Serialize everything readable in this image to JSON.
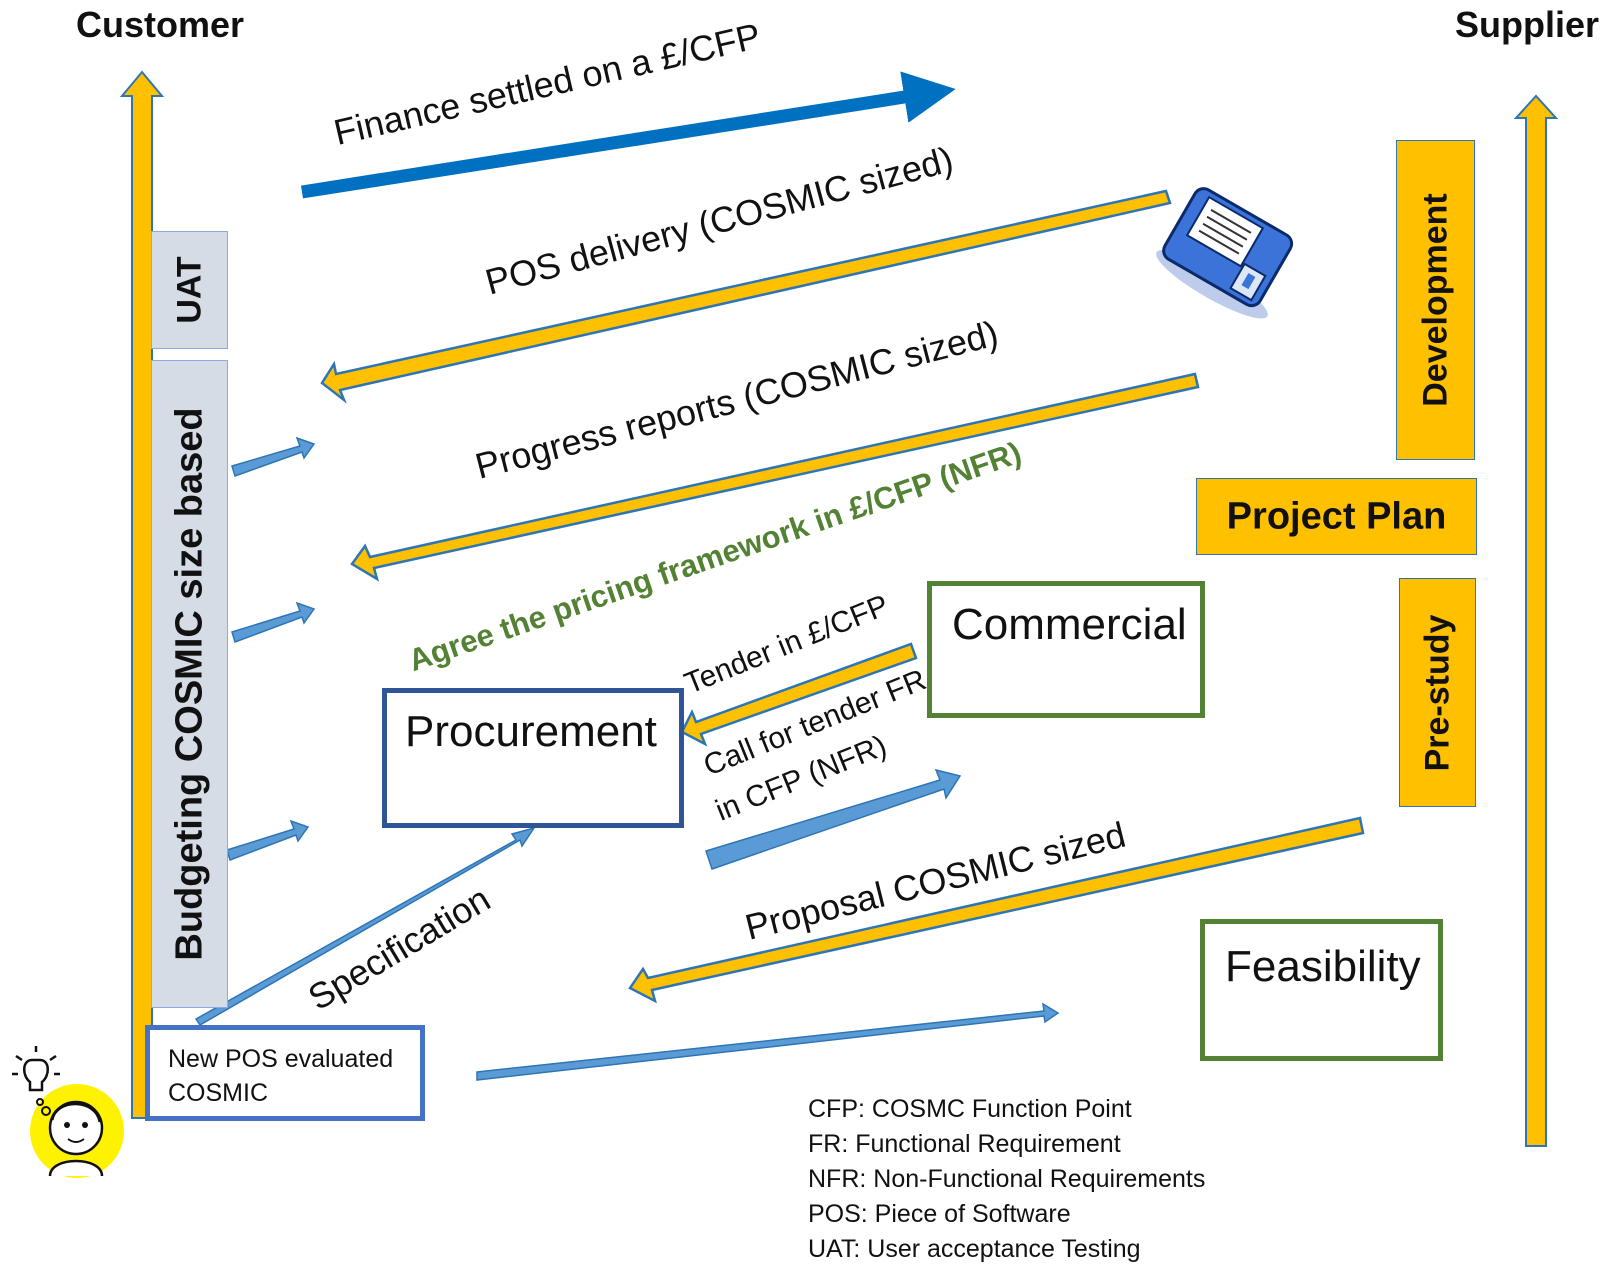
{
  "headers": {
    "customer": "Customer",
    "supplier": "Supplier"
  },
  "customer_phases": {
    "uat": "UAT",
    "budgeting": "Budgeting COSMIC size based"
  },
  "supplier_phases": {
    "development": "Development",
    "project_plan": "Project Plan",
    "pre_study": "Pre-study"
  },
  "boxes": {
    "commercial": "Commercial",
    "procurement": "Procurement",
    "feasibility": "Feasibility",
    "new_pos": "New POS evaluated COSMIC"
  },
  "flows": {
    "finance": "Finance settled on a £/CFP",
    "pos_delivery": "POS delivery (COSMIC sized)",
    "progress_reports": "Progress reports (COSMIC sized)",
    "agree_pricing": "Agree the pricing framework in £/CFP (NFR)",
    "tender": "Tender in £/CFP",
    "call_for_tender_1": "Call for tender FR",
    "call_for_tender_2": "in CFP (NFR)",
    "proposal": "Proposal COSMIC sized",
    "specification": "Specification"
  },
  "legend": [
    "CFP: COSMC Function Point",
    "FR: Functional Requirement",
    "NFR: Non-Functional Requirements",
    "POS: Piece of Software",
    "UAT: User acceptance Testing"
  ],
  "icons": [
    "floppy-disk-icon",
    "lightbulb-person-icon"
  ],
  "colors": {
    "orange": "#FFC000",
    "blue": "#5B9BD5",
    "dark_blue": "#0070C0",
    "navy": "#2F5597",
    "green": "#548235",
    "gray_box": "#D6DCE5"
  }
}
